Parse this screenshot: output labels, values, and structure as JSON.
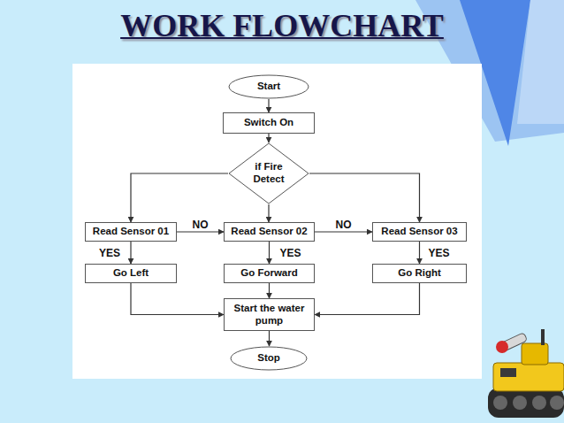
{
  "diagram": {
    "title": "WORK FLOWCHART",
    "nodes": [
      {
        "text": [
          "Start"
        ]
      },
      {
        "text": [
          "Switch On"
        ]
      },
      {
        "text": [
          "if Fire Detect"
        ]
      },
      {
        "text": [
          "Read Sensor 01"
        ]
      },
      {
        "text": [
          "Read Sensor 02"
        ]
      },
      {
        "text": [
          "Read Sensor 03"
        ]
      },
      {
        "text": [
          "Go Left"
        ]
      },
      {
        "text": [
          "Go Forward"
        ]
      },
      {
        "text": [
          "Go Right"
        ]
      },
      {
        "text": [
          "Start the water pump"
        ]
      },
      {
        "text": [
          "Stop"
        ]
      }
    ],
    "edges": [
      {
        "from": 0,
        "to": 1,
        "arrow": "to"
      },
      {
        "from": 1,
        "to": 2,
        "arrow": "to"
      },
      {
        "from": 2,
        "to": 3,
        "arrow": "to"
      },
      {
        "from": 2,
        "to": 4,
        "arrow": "to"
      },
      {
        "from": 2,
        "to": 5,
        "arrow": "to"
      },
      {
        "from": 3,
        "to": 4,
        "label": "NO",
        "arrow": "to"
      },
      {
        "from": 4,
        "to": 5,
        "label": "NO",
        "arrow": "to"
      },
      {
        "from": 3,
        "to": 6,
        "label": "YES",
        "arrow": "to"
      },
      {
        "from": 4,
        "to": 7,
        "label": "YES",
        "arrow": "to"
      },
      {
        "from": 5,
        "to": 8,
        "label": "YES",
        "arrow": "to"
      },
      {
        "from": 6,
        "to": 9,
        "arrow": "to"
      },
      {
        "from": 7,
        "to": 9,
        "arrow": "to"
      },
      {
        "from": 8,
        "to": 9,
        "arrow": "to"
      },
      {
        "from": 9,
        "to": 10,
        "arrow": "to"
      }
    ]
  }
}
